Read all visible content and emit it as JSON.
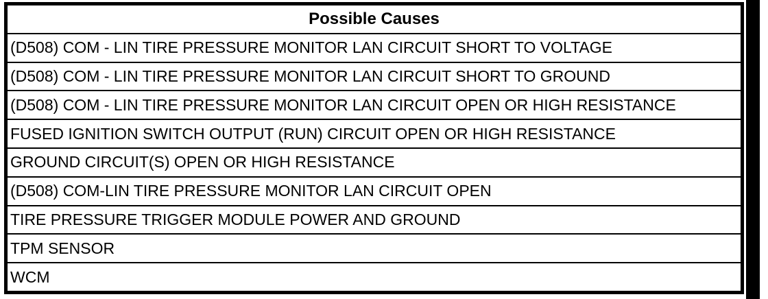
{
  "table": {
    "header": "Possible Causes",
    "rows": [
      "(D508) COM - LIN TIRE PRESSURE MONITOR LAN CIRCUIT SHORT TO VOLTAGE",
      "(D508) COM - LIN TIRE PRESSURE MONITOR LAN CIRCUIT SHORT TO GROUND",
      "(D508) COM - LIN TIRE PRESSURE MONITOR LAN CIRCUIT OPEN OR HIGH RESISTANCE",
      "FUSED IGNITION SWITCH OUTPUT (RUN) CIRCUIT OPEN OR HIGH RESISTANCE",
      "GROUND CIRCUIT(S) OPEN OR HIGH RESISTANCE",
      "(D508) COM-LIN TIRE PRESSURE MONITOR LAN CIRCUIT OPEN",
      "TIRE PRESSURE TRIGGER MODULE POWER AND GROUND",
      "TPM SENSOR",
      "WCM"
    ]
  },
  "colors": {
    "text": "#000000",
    "border": "#000000",
    "background": "#ffffff"
  }
}
